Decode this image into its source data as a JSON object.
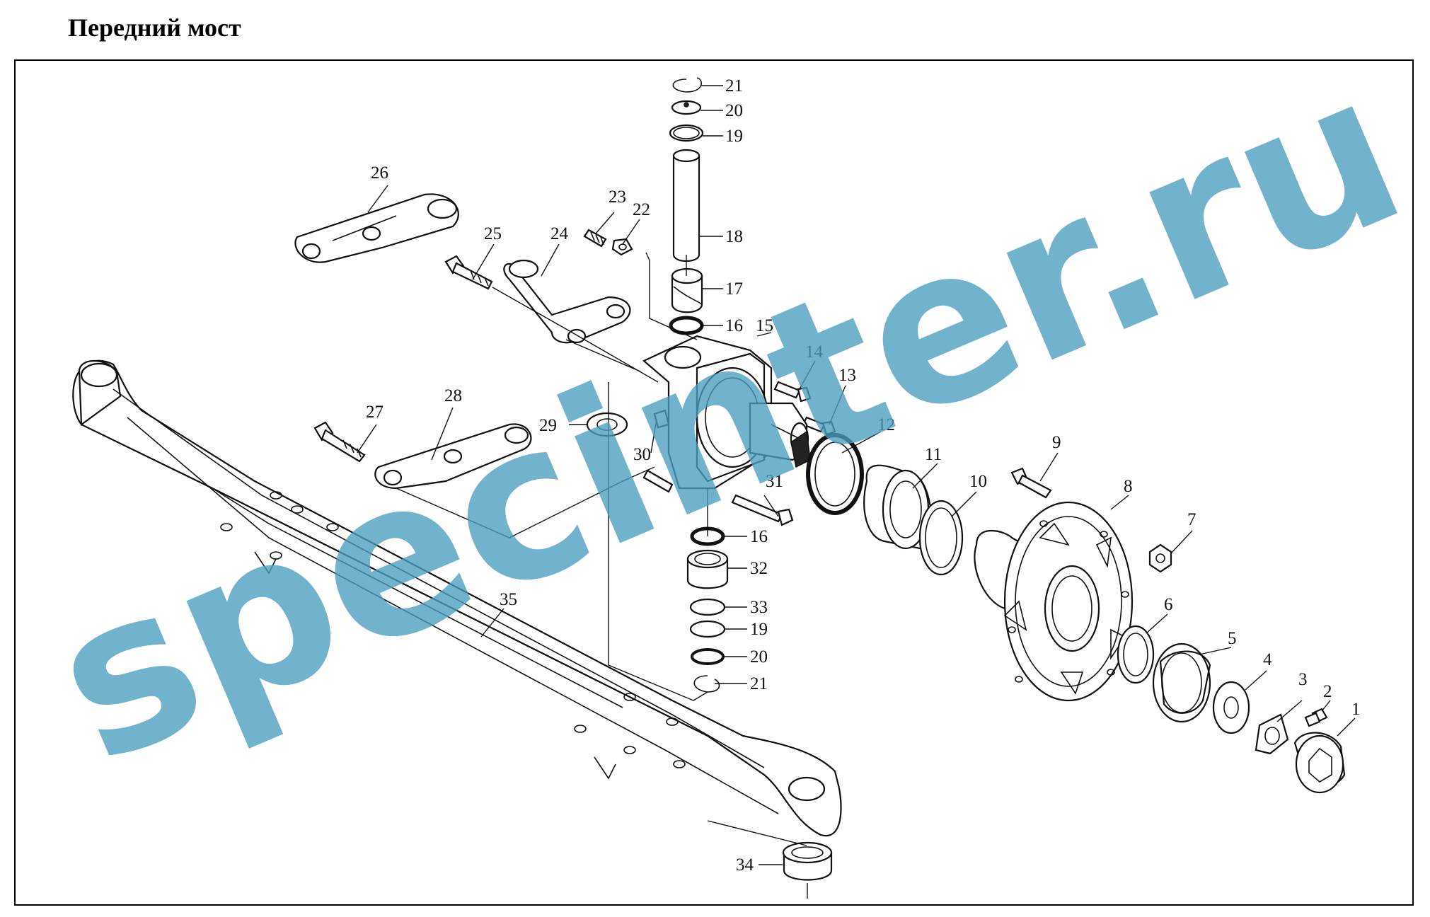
{
  "title": "Передний мост",
  "watermark": "specinter.ru",
  "callouts": [
    {
      "id": "c21a",
      "text": "21"
    },
    {
      "id": "c20a",
      "text": "20"
    },
    {
      "id": "c19a",
      "text": "19"
    },
    {
      "id": "c18",
      "text": "18"
    },
    {
      "id": "c17",
      "text": "17"
    },
    {
      "id": "c16a",
      "text": "16"
    },
    {
      "id": "c15",
      "text": "15"
    },
    {
      "id": "c14",
      "text": "14"
    },
    {
      "id": "c13",
      "text": "13"
    },
    {
      "id": "c12",
      "text": "12"
    },
    {
      "id": "c11",
      "text": "11"
    },
    {
      "id": "c10",
      "text": "10"
    },
    {
      "id": "c9",
      "text": "9"
    },
    {
      "id": "c8",
      "text": "8"
    },
    {
      "id": "c7",
      "text": "7"
    },
    {
      "id": "c6",
      "text": "6"
    },
    {
      "id": "c5",
      "text": "5"
    },
    {
      "id": "c4",
      "text": "4"
    },
    {
      "id": "c3",
      "text": "3"
    },
    {
      "id": "c2",
      "text": "2"
    },
    {
      "id": "c1",
      "text": "1"
    },
    {
      "id": "c26",
      "text": "26"
    },
    {
      "id": "c25",
      "text": "25"
    },
    {
      "id": "c24",
      "text": "24"
    },
    {
      "id": "c23",
      "text": "23"
    },
    {
      "id": "c22",
      "text": "22"
    },
    {
      "id": "c27",
      "text": "27"
    },
    {
      "id": "c28",
      "text": "28"
    },
    {
      "id": "c29",
      "text": "29"
    },
    {
      "id": "c30",
      "text": "30"
    },
    {
      "id": "c31",
      "text": "31"
    },
    {
      "id": "c16b",
      "text": "16"
    },
    {
      "id": "c32",
      "text": "32"
    },
    {
      "id": "c33",
      "text": "33"
    },
    {
      "id": "c19b",
      "text": "19"
    },
    {
      "id": "c20b",
      "text": "20"
    },
    {
      "id": "c21b",
      "text": "21"
    },
    {
      "id": "c35",
      "text": "35"
    },
    {
      "id": "c34",
      "text": "34"
    }
  ]
}
